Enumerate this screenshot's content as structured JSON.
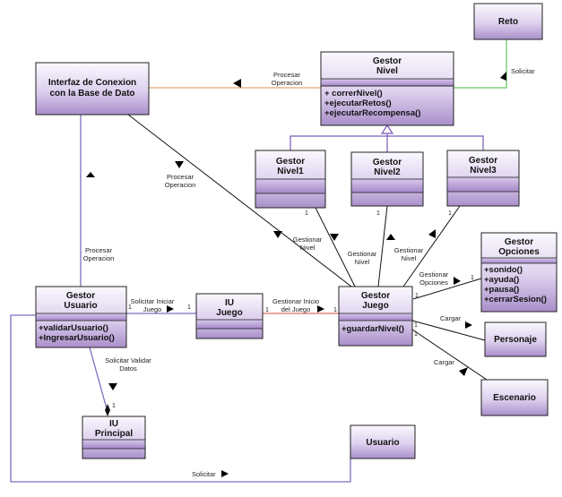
{
  "classes": {
    "reto": {
      "title": [
        "Reto"
      ]
    },
    "interfaz": {
      "title": [
        "Interfaz de Conexion",
        "con la Base de Dato"
      ]
    },
    "gestor_nivel": {
      "title": [
        "Gestor",
        "Nivel"
      ],
      "ops": [
        "+ correrNivel()",
        "+ejecutarRetos()",
        "+ejecutarRecompensa()"
      ]
    },
    "nivel1": {
      "title": [
        "Gestor",
        "Nivel1"
      ]
    },
    "nivel2": {
      "title": [
        "Gestor",
        "Nivel2"
      ]
    },
    "nivel3": {
      "title": [
        "Gestor",
        "Nivel3"
      ]
    },
    "opciones": {
      "title": [
        "Gestor",
        "Opciones"
      ],
      "ops": [
        "+sonido()",
        "+ayuda()",
        "+pausa()",
        "+cerrarSesion()"
      ]
    },
    "gestor_usuario": {
      "title": [
        "Gestor",
        "Usuario"
      ],
      "ops": [
        "+validarUsuario()",
        "+IngresarUsuario()"
      ]
    },
    "iu_juego": {
      "title": [
        "IU",
        "Juego"
      ]
    },
    "gestor_juego": {
      "title": [
        "Gestor",
        "Juego"
      ],
      "ops": [
        "+guardarNivel()"
      ]
    },
    "personaje": {
      "title": [
        "Personaje"
      ]
    },
    "escenario": {
      "title": [
        "Escenario"
      ]
    },
    "iu_principal": {
      "title": [
        "IU",
        "Principal"
      ]
    },
    "usuario": {
      "title": [
        "Usuario"
      ]
    }
  },
  "edges": {
    "interfaz_nivel": [
      "Procesar",
      "Operacion"
    ],
    "reto_nivel": [
      "Solicitar"
    ],
    "interfaz_juego": [
      "Procesar",
      "Operacion"
    ],
    "interfaz_usuario": [
      "Procesar",
      "Operacion"
    ],
    "juego_base": [
      "Gestionar",
      "Nivel"
    ],
    "juego_n1": [
      "Gestionar",
      "Nivel"
    ],
    "juego_n2": [
      "Gestionar",
      "Nivel"
    ],
    "juego_opciones": [
      "Gestionar",
      "Opciones"
    ],
    "usuario_iujuego": [
      "Solicitar Iniciar",
      "Juego"
    ],
    "iujuego_juego": [
      "Gestionar Inicio",
      "del Juego"
    ],
    "juego_personaje": [
      "Cargar"
    ],
    "juego_escenario": [
      "Cargar"
    ],
    "usuario_principal": [
      "Solicitar Validar",
      "Datos"
    ],
    "usuario_loop": [
      "Solicitar"
    ]
  },
  "multiplicity": "1"
}
